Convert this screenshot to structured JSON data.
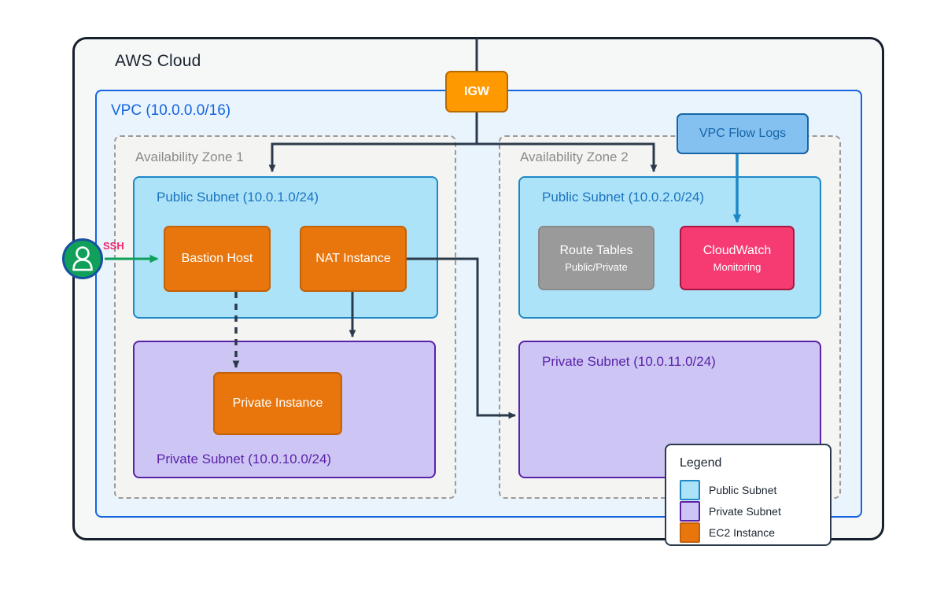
{
  "diagram": {
    "title": "AWS Cloud",
    "cloud_label": "AWS Cloud",
    "vpc_label": "VPC (10.0.0.0/16)",
    "availability_zones": [
      {
        "label": "Availability Zone 1"
      },
      {
        "label": "Availability Zone 2"
      }
    ],
    "subnets": [
      {
        "label": "Public Subnet (10.0.1.0/24)",
        "type": "public",
        "zone": "Availability Zone 1"
      },
      {
        "label": "Public Subnet (10.0.2.0/24)",
        "type": "public",
        "zone": "Availability Zone 2"
      },
      {
        "label": "Private Subnet (10.0.10.0/24)",
        "type": "private",
        "zone": "Availability Zone 1"
      },
      {
        "label": "Private Subnet (10.0.11.0/24)",
        "type": "private",
        "zone": "Availability Zone 2"
      }
    ],
    "nodes": {
      "igw": {
        "label": "IGW"
      },
      "bastion": {
        "label": "Bastion Host"
      },
      "nat": {
        "label": "NAT Instance"
      },
      "private_instance": {
        "label": "Private Instance"
      },
      "route_tables": {
        "label": "Route Tables",
        "sublabel": "Public/Private"
      },
      "cloudwatch": {
        "label": "CloudWatch",
        "sublabel": "Monitoring"
      },
      "flow_logs": {
        "label": "VPC Flow Logs"
      },
      "user": {
        "icon": "user-icon"
      }
    },
    "connections": [
      {
        "label": "SSH",
        "from": "user",
        "to": "Bastion Host",
        "style": "solid",
        "color": "#10A05A"
      },
      {
        "label": "",
        "from": "IGW",
        "to": "Public Subnet (10.0.1.0/24)",
        "style": "solid",
        "color": "#2B3A4A"
      },
      {
        "label": "",
        "from": "IGW",
        "to": "Public Subnet (10.0.2.0/24)",
        "style": "solid",
        "color": "#2B3A4A"
      },
      {
        "label": "",
        "from": "Bastion Host",
        "to": "Private Instance",
        "style": "dashed",
        "color": "#2B3A4A"
      },
      {
        "label": "",
        "from": "NAT Instance",
        "to": "Private Instance",
        "style": "solid",
        "color": "#2B3A4A"
      },
      {
        "label": "",
        "from": "NAT Instance",
        "to": "Private Subnet (10.0.11.0/24)",
        "style": "solid",
        "color": "#2B3A4A"
      },
      {
        "label": "",
        "from": "VPC Flow Logs",
        "to": "CloudWatch",
        "style": "solid",
        "color": "#1E88C7"
      }
    ],
    "legend": {
      "title": "Legend",
      "items": [
        {
          "label": "Public Subnet",
          "color": "#ADE3F8",
          "border": "#1E88C7"
        },
        {
          "label": "Private Subnet",
          "color": "#CDC6F5",
          "border": "#5B21A8"
        },
        {
          "label": "EC2 Instance",
          "color": "#E8760D",
          "border": "#C2620A"
        }
      ]
    },
    "colors": {
      "public_subnet": "#ADE3F8",
      "private_subnet": "#CDC6F5",
      "ec2": "#E8760D",
      "igw": "#FF9900",
      "cloudwatch": "#F53B72",
      "route_tables": "#9A9A9A",
      "flow_logs": "#85C1F0",
      "vpc_border": "#1565E0",
      "ssh_label": "#F0246E",
      "arrow": "#2B3A4A"
    }
  }
}
